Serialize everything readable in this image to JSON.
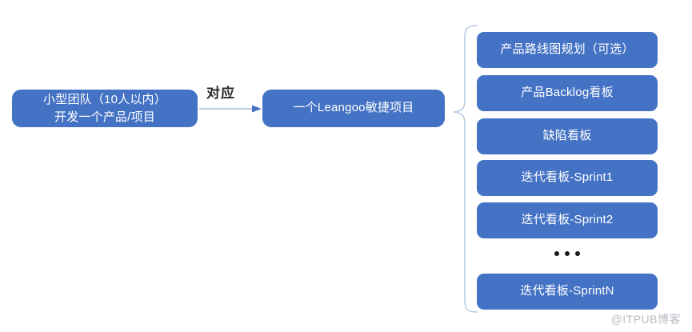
{
  "diagram": {
    "background_color": "#ffffff",
    "node_fill_color": "#4472C4",
    "node_text_color": "#ffffff",
    "connector_color": "#A8BCDC",
    "label_text_color": "#262626",
    "source_node": {
      "line1": "小型团队（10人以内）",
      "line2": "开发一个产品/项目"
    },
    "arrow": {
      "label": "对应",
      "icon": "arrow-right-icon"
    },
    "middle_node": {
      "label": "一个Leangoo敏捷项目"
    },
    "brace": {
      "icon": "curly-brace-icon"
    },
    "boards": [
      {
        "label": "产品路线图规划（可选）"
      },
      {
        "label": "产品Backlog看板"
      },
      {
        "label": "缺陷看板"
      },
      {
        "label": "迭代看板-Sprint1"
      },
      {
        "label": "迭代看板-Sprint2"
      },
      {
        "label": "迭代看板-SprintN"
      }
    ],
    "ellipsis": {
      "symbol": "•••",
      "dot_count": 3
    },
    "watermark": {
      "text": "@ITPUB博客"
    }
  }
}
